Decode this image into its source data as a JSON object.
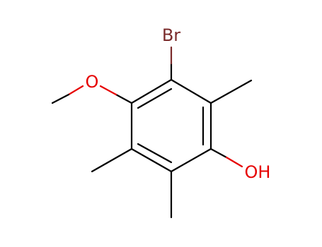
{
  "molecule": {
    "atom_labels": {
      "bromine": "Br",
      "methoxy_oxygen": "O",
      "hydroxyl": "OH"
    },
    "colors": {
      "carbon_bond": "#000000",
      "bromine": "#7a2a2a",
      "oxygen": "#e60000",
      "background": "#ffffff"
    }
  }
}
